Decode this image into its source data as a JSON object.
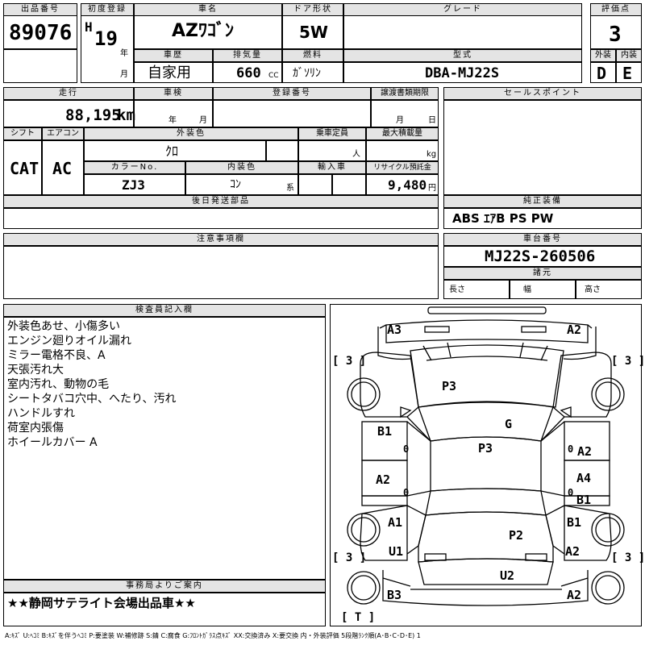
{
  "header": {
    "lot_no_label": "出品番号",
    "lot_no": "89076",
    "first_reg_label": "初度登録",
    "era": "H",
    "year": "19",
    "year_unit": "年",
    "month_unit": "月",
    "model_label": "車名",
    "model": "AZﾜｺﾞﾝ",
    "door_label": "ドア形状",
    "door": "5W",
    "grade_label": "グレード",
    "grade": "",
    "score_label": "評価点",
    "score": "3",
    "history_label": "車歴",
    "history": "自家用",
    "displacement_label": "排気量",
    "displacement": "660",
    "displacement_unit": "CC",
    "fuel_label": "燃料",
    "fuel": "ｶﾞｿﾘﾝ",
    "type_label": "型式",
    "type": "DBA-MJ22S",
    "exterior_label": "外装",
    "exterior": "D",
    "interior_label": "内装",
    "interior": "E"
  },
  "details": {
    "mileage_label": "走行",
    "mileage": "88,195",
    "mileage_unit": "km",
    "inspection_label": "車検",
    "inspection_year_unit": "年",
    "inspection_month_unit": "月",
    "reg_no_label": "登録番号",
    "deadline_label": "譲渡書類期限",
    "deadline_month_unit": "月",
    "deadline_day_unit": "日",
    "shift_label": "シフト",
    "shift": "CAT",
    "ac_label": "エアコン",
    "ac": "AC",
    "color_label": "外装色",
    "color": "ｸﾛ",
    "capacity_label": "乗車定員",
    "capacity_unit": "人",
    "load_label": "最大積載量",
    "load_unit": "kg",
    "color_no_label": "カラーNo.",
    "color_no": "ZJ3",
    "interior_color_label": "内装色",
    "interior_color": "ｺﾝ",
    "interior_color_unit": "系",
    "import_label": "輸入車",
    "recycle_label": "リサイクル預託金",
    "recycle": "9,480",
    "recycle_unit": "円",
    "later_parts_label": "後日発送部品",
    "notes_label": "注意事項欄"
  },
  "sales": {
    "sales_points_label": "セールスポイント",
    "equipment_label": "純正装備",
    "equipment": "ABS ｴｱB PS PW",
    "chassis_label": "車台番号",
    "chassis": "MJ22S-260506",
    "dims_label": "諸元",
    "length_label": "長さ",
    "width_label": "幅",
    "height_label": "高さ"
  },
  "inspector": {
    "label": "検査員記入欄",
    "lines": [
      "外装色あせ、小傷多い",
      "エンジン廻りオイル漏れ",
      "ミラー電格不良、A",
      "天張汚れ大",
      "室内汚れ、動物の毛",
      "シートタバコ穴中、へたり、汚れ",
      "ハンドルすれ",
      "荷室内張傷",
      "ホイールカバー A"
    ]
  },
  "office": {
    "label": "事務局よりご案内",
    "message": "★★静岡サテライト会場出品車★★"
  },
  "diagram": {
    "marks": {
      "fl_corner": "A3",
      "fr_corner": "A2",
      "hood": "P3",
      "glass": "G",
      "roof": "P3",
      "left_front_door": "B1",
      "left_front_door_sub": "0",
      "right_front_door": "A2",
      "right_front_door_sub": "0",
      "left_rear_door": "A2",
      "left_rear_door_sub": "0",
      "right_rear_door_a": "A4",
      "right_rear_door_b": "B1",
      "right_rear_door_sub": "0",
      "left_rear_fender": "A1",
      "right_rear_fender": "B1",
      "left_sill": "U1",
      "right_sill": "A2",
      "rear_panel": "P2",
      "tailgate": "U2",
      "rl_corner": "B3",
      "rr_corner": "A2"
    },
    "tire_fl": "3",
    "tire_fr": "3",
    "tire_rl": "3",
    "tire_rr": "3",
    "spare": "T"
  },
  "legend": "A:ｷｽﾞ U:ﾍｺﾐ B:ｷｽﾞを伴うﾍｺﾐ P:要塗装 W:補修跡 S:錆 C:腐食 G:ﾌﾛﾝﾄｶﾞﾗｽ点ｷｽﾞ XX:交換済み X:要交換 内・外装評価 5段階ﾗﾝｸ順(A･B･C･D･E) 1"
}
